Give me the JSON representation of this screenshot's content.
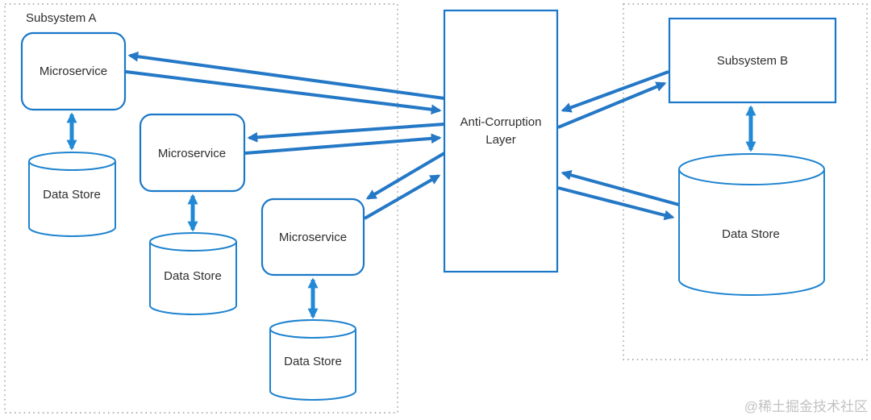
{
  "diagram_type": "architecture-diagram",
  "containers": {
    "subsystem_a": {
      "label": "Subsystem A"
    },
    "subsystem_b_region": {
      "label": ""
    }
  },
  "nodes": {
    "microservice_1": {
      "label": "Microservice",
      "shape": "rounded-rect"
    },
    "microservice_2": {
      "label": "Microservice",
      "shape": "rounded-rect"
    },
    "microservice_3": {
      "label": "Microservice",
      "shape": "rounded-rect"
    },
    "data_store_1": {
      "label": "Data Store",
      "shape": "cylinder"
    },
    "data_store_2": {
      "label": "Data Store",
      "shape": "cylinder"
    },
    "data_store_3": {
      "label": "Data Store",
      "shape": "cylinder"
    },
    "anti_corruption_layer": {
      "label_line1": "Anti-Corruption",
      "label_line2": "Layer",
      "shape": "rect"
    },
    "subsystem_b": {
      "label": "Subsystem B",
      "shape": "rect"
    },
    "data_store_b": {
      "label": "Data Store",
      "shape": "cylinder"
    }
  },
  "edges": [
    {
      "from": "anti_corruption_layer",
      "to": "microservice_1",
      "direction": "one-way"
    },
    {
      "from": "microservice_1",
      "to": "anti_corruption_layer",
      "direction": "one-way"
    },
    {
      "from": "anti_corruption_layer",
      "to": "microservice_2",
      "direction": "one-way"
    },
    {
      "from": "microservice_2",
      "to": "anti_corruption_layer",
      "direction": "one-way"
    },
    {
      "from": "anti_corruption_layer",
      "to": "microservice_3",
      "direction": "one-way"
    },
    {
      "from": "microservice_3",
      "to": "anti_corruption_layer",
      "direction": "one-way"
    },
    {
      "from": "subsystem_b",
      "to": "anti_corruption_layer",
      "direction": "one-way"
    },
    {
      "from": "anti_corruption_layer",
      "to": "subsystem_b",
      "direction": "one-way"
    },
    {
      "from": "data_store_b",
      "to": "anti_corruption_layer",
      "direction": "one-way"
    },
    {
      "from": "anti_corruption_layer",
      "to": "data_store_b",
      "direction": "one-way"
    },
    {
      "from": "microservice_1",
      "to": "data_store_1",
      "direction": "two-way"
    },
    {
      "from": "microservice_2",
      "to": "data_store_2",
      "direction": "two-way"
    },
    {
      "from": "microservice_3",
      "to": "data_store_3",
      "direction": "two-way"
    },
    {
      "from": "subsystem_b",
      "to": "data_store_b",
      "direction": "two-way"
    }
  ],
  "colors": {
    "background": "#ffffff",
    "box_border_blue": "#1b78c8",
    "cylinder_border_blue": "#1e83cf",
    "diagonal_arrow_blue": "#2478c6",
    "vertical_arrow_blue": "#2189d6",
    "text_dark": "#2e2e2e",
    "container_dotted_gray": "#9b9b9b",
    "watermark_gray": "#c2c2c2"
  },
  "watermark": {
    "text": "@稀土掘金技术社区"
  }
}
